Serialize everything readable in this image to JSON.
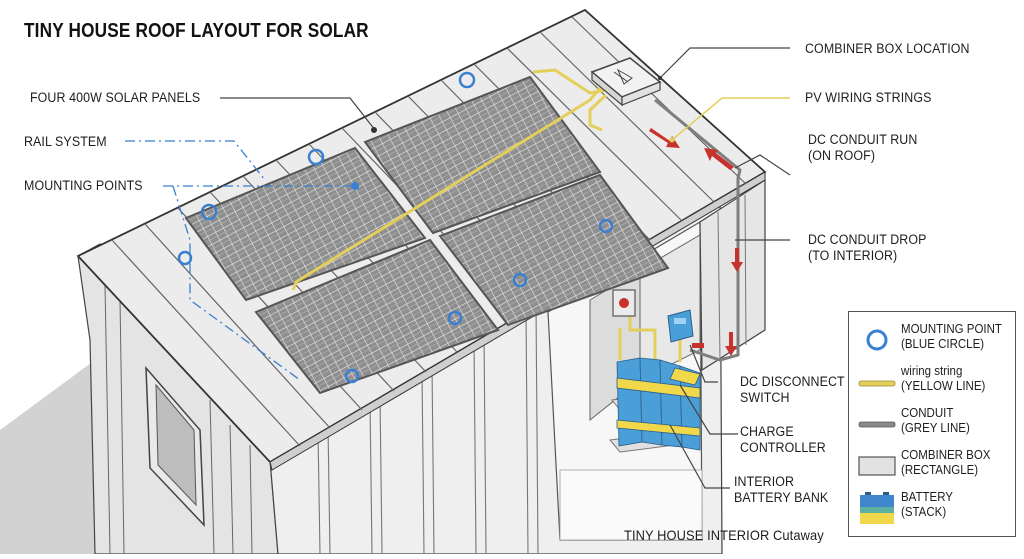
{
  "title": "TINY HOUSE ROOF LAYOUT FOR SOLAR",
  "callouts": {
    "solar_panels": "FOUR 400W SOLAR PANELS",
    "rail_system": "RAIL SYSTEM",
    "mounting_points": "MOUNTING POINTS",
    "combiner_box": "COMBINER BOX LOCATION",
    "pv_wiring": "PV WIRING STRINGS",
    "conduit_run_line1": "DC CONDUIT RUN",
    "conduit_run_line2": "(ON ROOF)",
    "conduit_drop_line1": "DC CONDUIT DROP",
    "conduit_drop_line2": "(TO INTERIOR)",
    "disconnect_line1": "DC DISCONNECT",
    "disconnect_line2": "SWITCH",
    "controller_line1": "CHARGE",
    "controller_line2": "CONTROLLER",
    "battery_line1": "INTERIOR",
    "battery_line2": "BATTERY BANK",
    "cutaway_caption": "TINY HOUSE INTERIOR Cutaway"
  },
  "legend": {
    "items": [
      {
        "symbol": "blue-circle",
        "line1": "MOUNTING POINT",
        "line2": "(BLUE CIRCLE)"
      },
      {
        "symbol": "yellow-line",
        "line1": "wiring string",
        "line2": "(YELLOW LINE)"
      },
      {
        "symbol": "grey-line",
        "line1": "CONDUIT",
        "line2": "(GREY LINE)"
      },
      {
        "symbol": "rectangle",
        "line1": "COMBINER BOX",
        "line2": "(RECTANGLE)"
      },
      {
        "symbol": "battery",
        "line1": "BATTERY",
        "line2": "(STACK)"
      }
    ]
  },
  "colors": {
    "mounting_blue": "#3a7fd0",
    "wiring_yellow": "#e3cf5a",
    "conduit_grey": "#8a8a8a",
    "arrow_red": "#c8322c",
    "battery_blue": "#4a9fd8",
    "battery_yellow": "#f0d84a",
    "roof_light": "#ececec",
    "panel_grey": "#9a9a9a",
    "ground_shadow": "#d0d0d0"
  }
}
